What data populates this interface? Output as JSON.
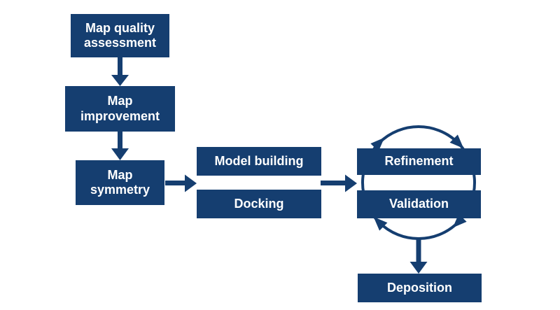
{
  "colors": {
    "navy": "#153e70",
    "text": "#ffffff",
    "background": "#ffffff"
  },
  "nodes": [
    {
      "id": "map-quality-assessment",
      "label": "Map quality\nassessment"
    },
    {
      "id": "map-improvement",
      "label": "Map\nimprovement"
    },
    {
      "id": "map-symmetry",
      "label": "Map\nsymmetry"
    },
    {
      "id": "model-building",
      "label": "Model building"
    },
    {
      "id": "docking",
      "label": "Docking"
    },
    {
      "id": "refinement",
      "label": "Refinement"
    },
    {
      "id": "validation",
      "label": "Validation"
    },
    {
      "id": "deposition",
      "label": "Deposition"
    }
  ],
  "edges": [
    {
      "from": "map-quality-assessment",
      "to": "map-improvement"
    },
    {
      "from": "map-improvement",
      "to": "map-symmetry"
    },
    {
      "from": "map-symmetry",
      "to": "model-building / docking"
    },
    {
      "from": "model-building / docking",
      "to": "refinement / validation"
    },
    {
      "from": "refinement / validation cycle",
      "to": "deposition"
    }
  ],
  "cycle": {
    "between": [
      "refinement",
      "validation"
    ],
    "direction": "clockwise"
  }
}
